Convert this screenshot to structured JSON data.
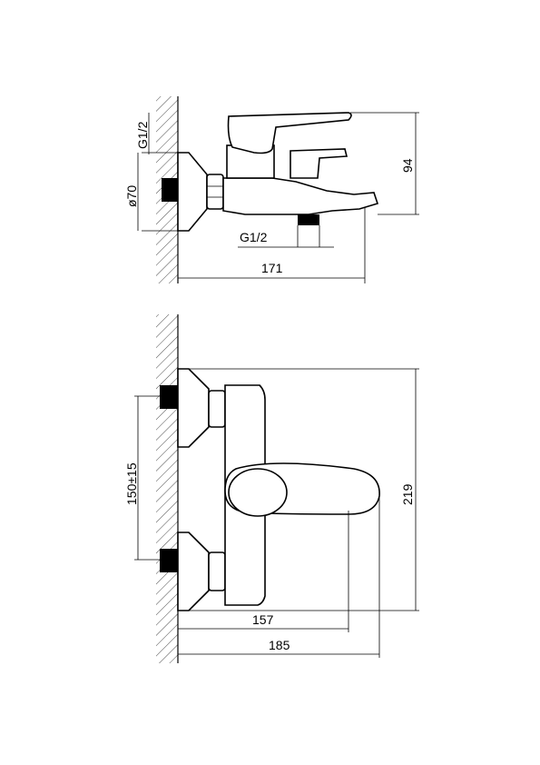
{
  "drawing": {
    "top_view": {
      "thread_label_left": "G1/2",
      "diameter_label": "ø70",
      "thread_label_bottom": "G1/2",
      "height_label": "94",
      "width_label": "171"
    },
    "front_view": {
      "spacing_label": "150±15",
      "height_label": "219",
      "width_inner_label": "157",
      "width_outer_label": "185"
    }
  }
}
